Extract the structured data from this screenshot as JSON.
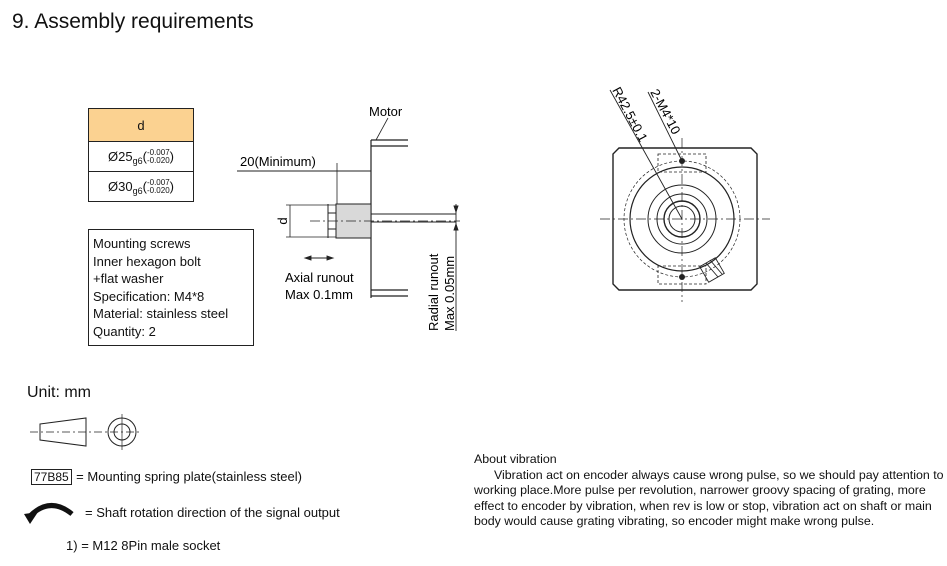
{
  "page_title": "9. Assembly requirements",
  "table": {
    "header": "d",
    "rows": [
      {
        "diameter": "Ø25",
        "fit": "g6",
        "upper": "-0.007",
        "lower": "-0.020"
      },
      {
        "diameter": "Ø30",
        "fit": "g6",
        "upper": "-0.007",
        "lower": "-0.020"
      }
    ]
  },
  "mounting_screws": [
    "Mounting screws",
    "Inner hexagon bolt",
    "+flat washer",
    "Specification: M4*8",
    "Material: stainless steel",
    "Quantity: 2"
  ],
  "side_view": {
    "motor_label": "Motor",
    "min_length_label": "20(Minimum)",
    "d_label": "d",
    "axial_runout": [
      "Axial runout",
      "Max 0.1mm"
    ],
    "radial_runout": [
      "Radial runout",
      "Max 0.05mm"
    ]
  },
  "front_view": {
    "radius_label": "R42.5±0.1",
    "screw_label": "2-M4*10"
  },
  "unit_label": "Unit: mm",
  "legend": {
    "spring_code": "77B85",
    "spring_text": "= Mounting spring plate(stainless steel)",
    "rotation_text": "= Shaft rotation direction of the signal output",
    "socket_prefix": "1)",
    "socket_text": "= M12 8Pin male socket"
  },
  "vibration": {
    "heading": "About vibration",
    "body": "Vibration act on encoder always cause wrong pulse, so we should pay attention to working place.More pulse per revolution, narrower groovy spacing of grating, more effect to encoder by vibration, when rev is low or stop, vibration act on shaft or main body would cause grating vibrating, so encoder might make wrong pulse."
  },
  "colors": {
    "table_header": "#fbd291",
    "shaft_fill": "#d9d9d9"
  }
}
